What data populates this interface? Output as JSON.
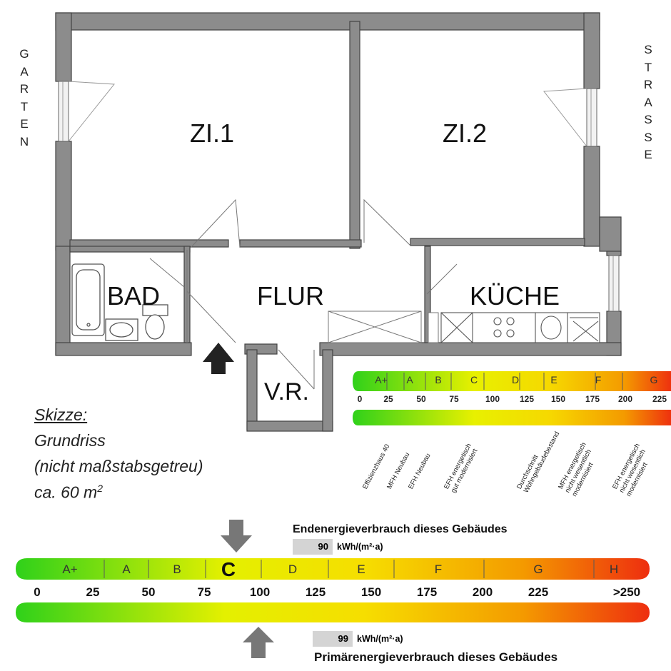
{
  "sides": {
    "left": "GARTEN",
    "right": "STRASSE"
  },
  "rooms": {
    "zi1": "ZI.1",
    "zi2": "ZI.2",
    "bad": "BAD",
    "flur": "FLUR",
    "kueche": "KÜCHE",
    "vr": "V.R."
  },
  "sketch": {
    "title": "Skizze:",
    "line1": "Grundriss",
    "line2": "(nicht maßstabsgetreu)",
    "area_prefix": "ca. 60 m",
    "area_sup": "2"
  },
  "small_scale": {
    "classes": [
      "A+",
      "A",
      "B",
      "C",
      "D",
      "E",
      "F",
      "G"
    ],
    "ticks": [
      "0",
      "25",
      "50",
      "75",
      "100",
      "125",
      "150",
      "175",
      "200",
      "225"
    ],
    "references": [
      "Effizienzhaus 40",
      "MFH Neubau",
      "EFH Neubau",
      "EFH energetisch gut modernisiert",
      "Durchschnitt Wohngebäudebestand",
      "MFH energetisch nicht wesentlich modernisiert",
      "EFH energetisch nicht wesentlich modernisiert"
    ]
  },
  "energy": {
    "end_title": "Endenergieverbrauch dieses Gebäudes",
    "end_value": "90",
    "end_unit": "kWh/(m²·a)",
    "primary_title": "Primärenergieverbrauch dieses Gebäudes",
    "primary_value": "99",
    "primary_unit": "kWh/(m²·a)",
    "classes": [
      "A+",
      "A",
      "B",
      "C",
      "D",
      "E",
      "F",
      "G",
      "H"
    ],
    "highlighted_class": "C",
    "ticks": [
      "0",
      "25",
      "50",
      "75",
      "100",
      "125",
      "150",
      "175",
      "200",
      "225",
      ">250"
    ]
  },
  "colors": {
    "green": "#2fd11a",
    "yellow": "#f6ef00",
    "orange": "#f49a00",
    "red": "#ee2e0f",
    "wall": "#8c8c8c",
    "arrow": "#777777"
  }
}
